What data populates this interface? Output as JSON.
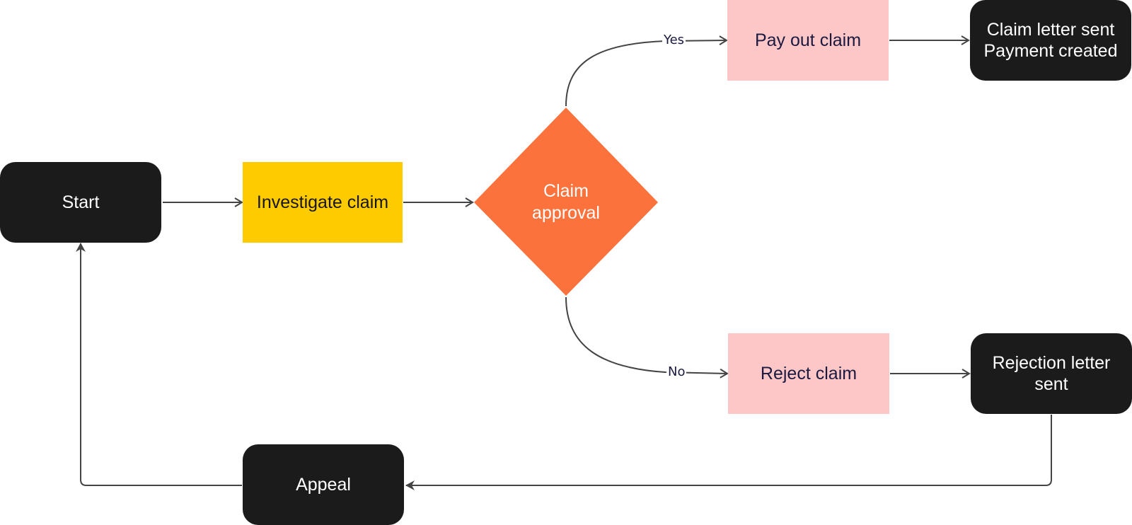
{
  "colors": {
    "terminal": "#1b1b1b",
    "process_yellow": "#fecb00",
    "process_pink": "#fec7c7",
    "decision": "#fb723d",
    "connector": "#444444"
  },
  "nodes": {
    "start": "Start",
    "investigate": "Investigate claim",
    "decision": "Claim\napproval",
    "payout": "Pay out claim",
    "claim_letter": "Claim letter sent\nPayment created",
    "reject": "Reject claim",
    "rejection_letter": "Rejection letter\nsent",
    "appeal": "Appeal"
  },
  "edges": {
    "yes_label": "Yes",
    "no_label": "No"
  }
}
